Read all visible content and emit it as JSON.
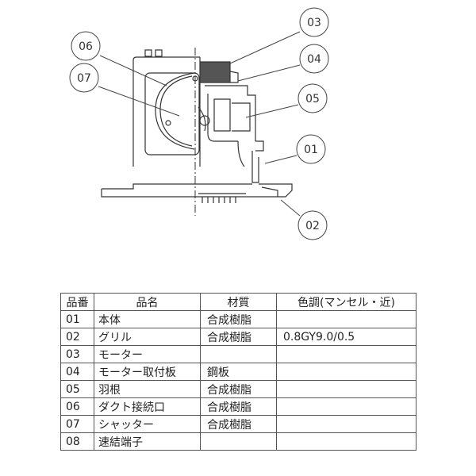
{
  "callouts": [
    {
      "id": "03",
      "label": "03"
    },
    {
      "id": "04",
      "label": "04"
    },
    {
      "id": "05",
      "label": "05"
    },
    {
      "id": "06",
      "label": "06"
    },
    {
      "id": "07",
      "label": "07"
    },
    {
      "id": "01",
      "label": "01"
    },
    {
      "id": "02",
      "label": "02"
    }
  ],
  "table": {
    "headers": [
      "品番",
      "品名",
      "材質",
      "色調(マンセル・近)"
    ],
    "rows": [
      {
        "num": "01",
        "name": "本体",
        "material": "合成樹脂",
        "color": ""
      },
      {
        "num": "02",
        "name": "グリル",
        "material": "合成樹脂",
        "color": "0.8GY9.0/0.5"
      },
      {
        "num": "03",
        "name": "モーター",
        "material": "",
        "color": ""
      },
      {
        "num": "04",
        "name": "モーター取付板",
        "material": "鋼板",
        "color": ""
      },
      {
        "num": "05",
        "name": "羽根",
        "material": "合成樹脂",
        "color": ""
      },
      {
        "num": "06",
        "name": "ダクト接続口",
        "material": "合成樹脂",
        "color": ""
      },
      {
        "num": "07",
        "name": "シャッター",
        "material": "合成樹脂",
        "color": ""
      },
      {
        "num": "08",
        "name": "速結端子",
        "material": "",
        "color": ""
      }
    ]
  }
}
